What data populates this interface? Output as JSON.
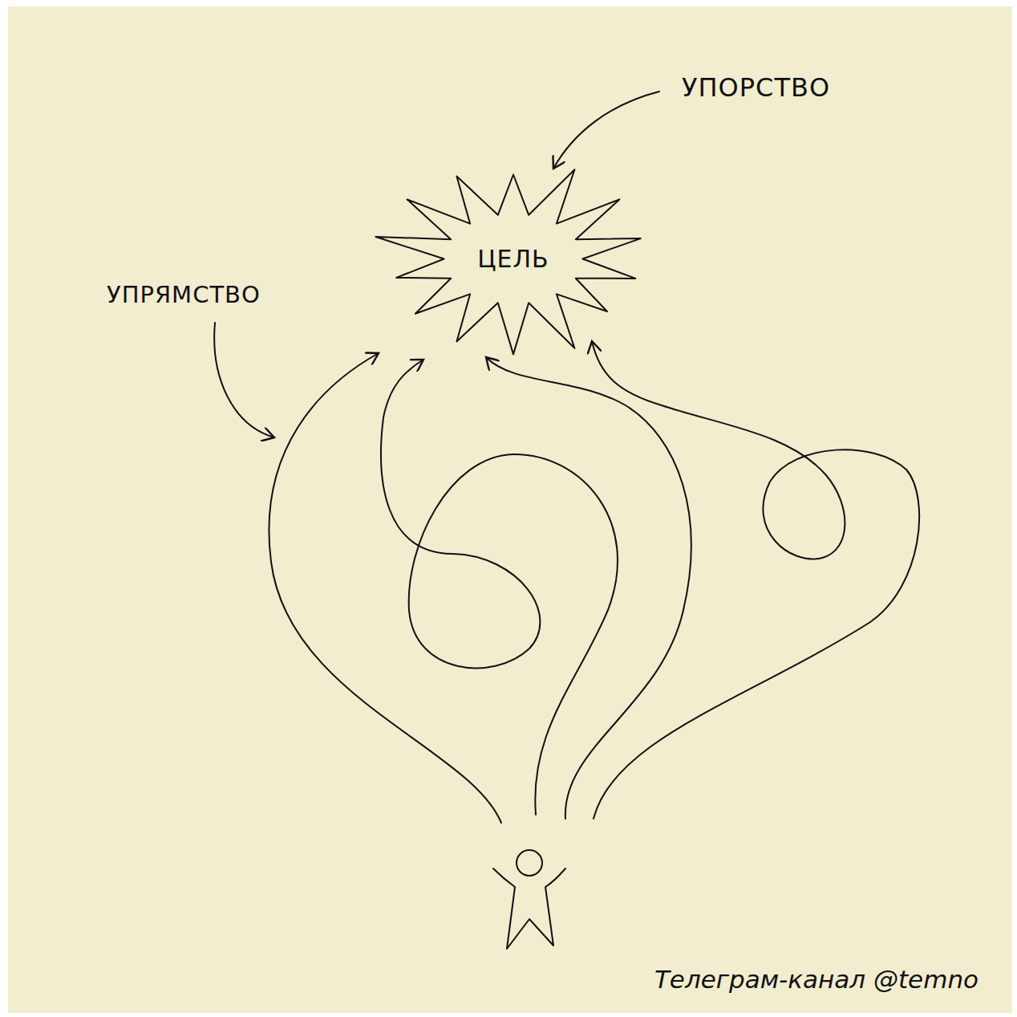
{
  "diagram": {
    "nodes": [
      {
        "text": [
          "ЦЕЛЬ"
        ]
      }
    ],
    "labels": [
      "УПОРСТВО",
      "УПРЯМСТВО",
      "Телеграм-канал @temno"
    ]
  }
}
